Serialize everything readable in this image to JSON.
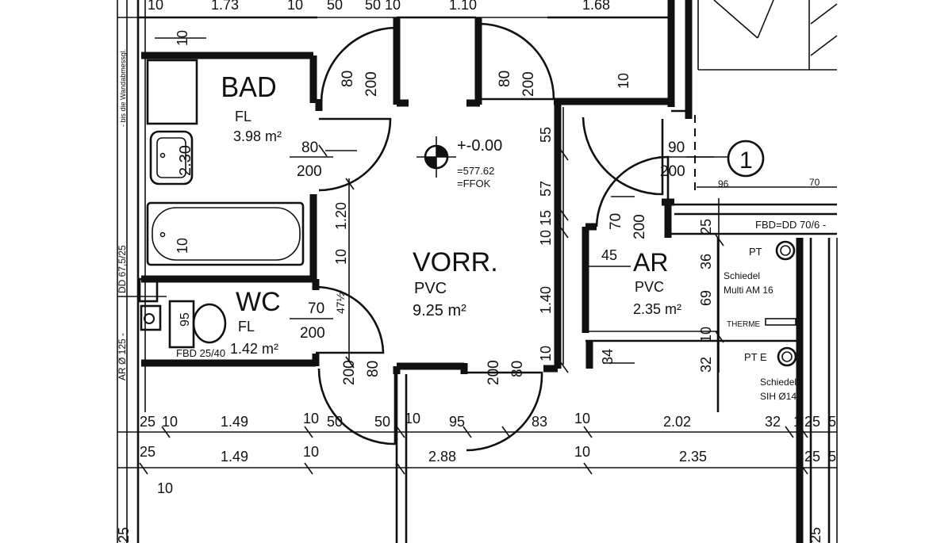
{
  "rooms": {
    "bad": {
      "name": "BAD",
      "floor": "FL",
      "area": "3.98 m²"
    },
    "wc": {
      "name": "WC",
      "floor": "FL",
      "area": "1.42 m²"
    },
    "vorr": {
      "name": "VORR.",
      "floor": "PVC",
      "area": "9.25 m²"
    },
    "ar": {
      "name": "AR",
      "floor": "PVC",
      "area": "2.35 m²"
    }
  },
  "level_marker": {
    "value": "+-0.00",
    "absolute": "=577.62",
    "reference": "=FFOK"
  },
  "section_marker": {
    "number": "1"
  },
  "doors": {
    "bad": {
      "width": "80",
      "height": "200"
    },
    "vorr_top": {
      "width": "80",
      "height": "200"
    },
    "bad_side": {
      "width": "80",
      "height": "200"
    },
    "ar": {
      "width": "90",
      "height": "200"
    },
    "ar_inner": {
      "width": "70",
      "height": "200"
    },
    "wc": {
      "width": "70",
      "height": "200"
    },
    "wc_bottom": {
      "width": "80",
      "height": "200"
    },
    "vorr_bottom": {
      "width": "80",
      "height": "200"
    }
  },
  "labels": {
    "tub_width": "2.30",
    "wc_small": "95",
    "fbd_wc": "FBD 25/40",
    "fbd_ar": "FBD=DD 70/6 -",
    "pt_top": "PT",
    "pt_e": "PT E",
    "schiedel_1": "Schiedel",
    "schiedel_2": "Multi AM 16",
    "therme": "THERME",
    "schiedel_3": "Schiedel",
    "schiedel_4": "SIH Ø14",
    "left_vertical_1": "DD 67,5/25",
    "left_vertical_2": "AR Ø 125 -",
    "left_vertical_3": "- bis die Wandabmessgl."
  },
  "dimensions": {
    "top_row": [
      "10",
      "1.73",
      "10",
      "50",
      "50 10",
      "1.10",
      "1.68"
    ],
    "inner_v": [
      "10",
      "10",
      "1.20",
      "10",
      "47½",
      "55",
      "57",
      "10 15",
      "1.40",
      "10",
      "10",
      "25",
      "36",
      "69",
      "10",
      "32"
    ],
    "ar_dims": [
      "45",
      "34"
    ],
    "ar_right": [
      "96",
      "70"
    ],
    "row1": [
      "25",
      "10",
      "1.49",
      "10",
      "50",
      "50",
      "10",
      "95",
      "83",
      "10",
      "2.02",
      "32",
      "1",
      "25",
      "5"
    ],
    "row2": [
      "25",
      "1.49",
      "10",
      "2.88",
      "10",
      "2.35",
      "25",
      "5"
    ],
    "row3": [
      "10"
    ],
    "side": [
      "25",
      "25"
    ]
  }
}
